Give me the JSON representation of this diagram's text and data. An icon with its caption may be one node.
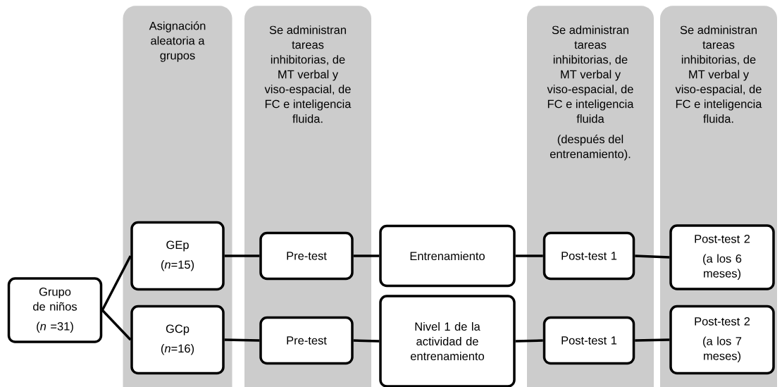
{
  "diagram": {
    "nodes": [
      {
        "text": [
          "Grupo de niños",
          "(*n* =31)"
        ]
      },
      {
        "text": [
          "Asignación aleatoria a grupos"
        ]
      },
      {
        "text": [
          "GEp",
          "(*n*=15)"
        ],
        "in": 1
      },
      {
        "text": [
          "GCp",
          "(*n*=16)"
        ],
        "in": 1
      },
      {
        "text": [
          "Se administran tareas inhibitorias, de MT verbal y viso-espacial, de FC e inteligencia fluida."
        ]
      },
      {
        "text": [
          "Pre-test"
        ],
        "in": 4
      },
      {
        "text": [
          "Pre-test"
        ],
        "in": 4
      },
      {
        "text": [
          "Entrenamiento"
        ]
      },
      {
        "text": [
          "Nivel 1 de la actividad de entrenamiento"
        ]
      },
      {
        "text": [
          "Se administran tareas inhibitorias, de MT verbal y viso-espacial, de FC e inteligencia fluida",
          "(después del entrenamiento)."
        ]
      },
      {
        "text": [
          "Post-test 1"
        ],
        "in": 9
      },
      {
        "text": [
          "Post-test 1"
        ],
        "in": 9
      },
      {
        "text": [
          "Se administran tareas inhibitorias, de MT verbal y viso-espacial, de FC e inteligencia fluida."
        ]
      },
      {
        "text": [
          "Post-test 2",
          "(a los 6 meses)"
        ],
        "in": 12
      },
      {
        "text": [
          "Post-test 2",
          "(a los 7 meses)"
        ],
        "in": 12
      }
    ],
    "edges": [
      {
        "from": 0,
        "to": 2,
        "arrow": "none"
      },
      {
        "from": 0,
        "to": 3,
        "arrow": "none"
      },
      {
        "from": 2,
        "to": 5,
        "arrow": "none"
      },
      {
        "from": 3,
        "to": 6,
        "arrow": "none"
      },
      {
        "from": 5,
        "to": 7,
        "arrow": "none"
      },
      {
        "from": 6,
        "to": 8,
        "arrow": "none"
      },
      {
        "from": 7,
        "to": 10,
        "arrow": "none"
      },
      {
        "from": 8,
        "to": 11,
        "arrow": "none"
      },
      {
        "from": 10,
        "to": 13,
        "arrow": "none"
      },
      {
        "from": 11,
        "to": 14,
        "arrow": "none"
      }
    ]
  }
}
